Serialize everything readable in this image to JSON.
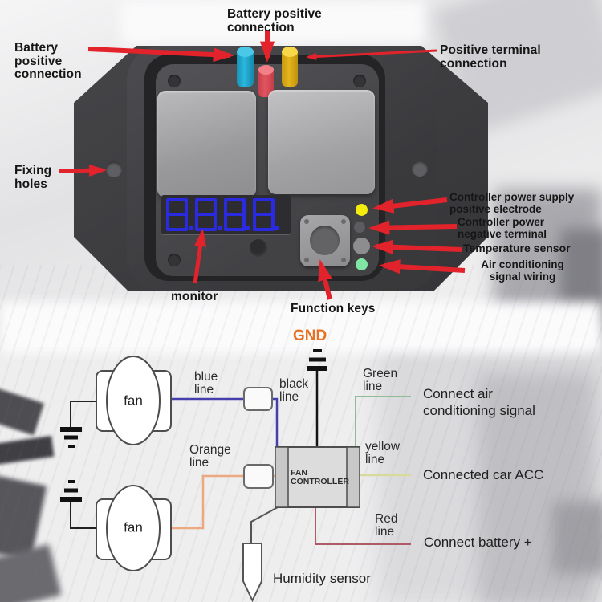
{
  "palette": {
    "arrow_red": "#e3232b",
    "gnd_orange": "#e87020",
    "display_blue": "#2a2ae0",
    "post_cyan": "#2cb7dd",
    "post_red": "#e25560",
    "post_yellow": "#e6b51d",
    "indicator_yellow": "#f3ec0c",
    "indicator_green": "#7fe6a6",
    "wire_blue": "#453fae",
    "wire_black": "#1a1a1a",
    "wire_green": "#8fbc96",
    "wire_yellow": "#d8da9c",
    "wire_red": "#b05a68",
    "wire_orange": "#eca87e"
  },
  "device": {
    "display_value": "8.8.8.8.",
    "labels": {
      "battery_left": "Battery\npositive\nconnection",
      "battery_top": "Battery positive\nconnection",
      "positive_terminal": "Positive terminal\nconnection",
      "fixing_holes": "Fixing\nholes",
      "controller_power_positive": "Controller power supply\npositive electrode",
      "controller_power_negative": "Controller power\nnegative terminal",
      "temperature_sensor": "Temperature sensor",
      "ac_signal_wiring": "Air conditioning\nsignal wiring",
      "monitor": "monitor",
      "function_keys": "Function keys"
    }
  },
  "diagram": {
    "gnd": "GND",
    "fan1": "fan",
    "fan2": "fan",
    "controller": "FAN\nCONTROLLER",
    "wire_labels": {
      "blue": "blue\nline",
      "black": "black\nline",
      "green": "Green\nline",
      "orange": "Orange\nline",
      "yellow": "yellow\nline",
      "red": "Red\nline"
    },
    "connections": {
      "ac": "Connect air\nconditioning signal",
      "acc": "Connected car ACC",
      "battery": "Connect battery +",
      "humidity": "Humidity sensor"
    }
  }
}
